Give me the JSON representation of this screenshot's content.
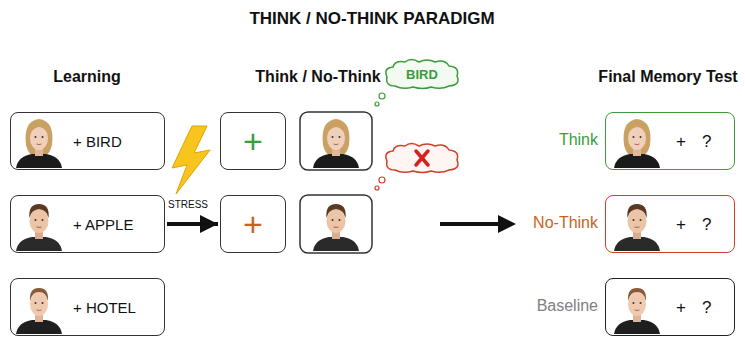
{
  "diagram": {
    "title": "THINK / NO-THINK PARADIGM",
    "nodes": [
      {
        "text": [
          "+ BIRD"
        ]
      },
      {
        "text": [
          "+ APPLE"
        ]
      },
      {
        "text": [
          "+ HOTEL"
        ]
      },
      {
        "text": [
          "+"
        ]
      },
      {
        "text": [
          "BIRD"
        ]
      },
      {
        "text": [
          "+"
        ]
      },
      {
        "text": [
          "+",
          "?"
        ]
      },
      {
        "text": [
          "+",
          "?"
        ]
      },
      {
        "text": [
          "+",
          "?"
        ]
      }
    ],
    "edges": [
      {
        "from": 1,
        "to": 5,
        "arrow": "to"
      }
    ],
    "labels": [
      "Learning",
      "Think / No-Think",
      "Final Memory Test",
      "STRESS",
      "Think",
      "No-Think",
      "Baseline"
    ]
  }
}
